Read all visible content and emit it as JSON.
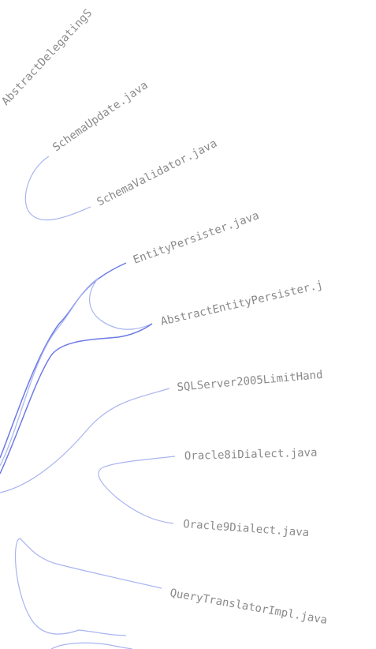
{
  "diagram": {
    "labels": [
      "AbstractDelegatingS",
      "SchemaUpdate.java",
      "SchemaValidator.java",
      "EntityPersister.java",
      "AbstractEntityPersister.j",
      "SQLServer2005LimitHand",
      "Oracle8iDialect.java",
      "Oracle9Dialect.java",
      "QueryTranslatorImpl.java"
    ],
    "colors": {
      "edge": "#a9b4f0",
      "edge_strong": "#6b7ae6",
      "label": "#8a8a8a",
      "background": "#ffffff"
    }
  }
}
